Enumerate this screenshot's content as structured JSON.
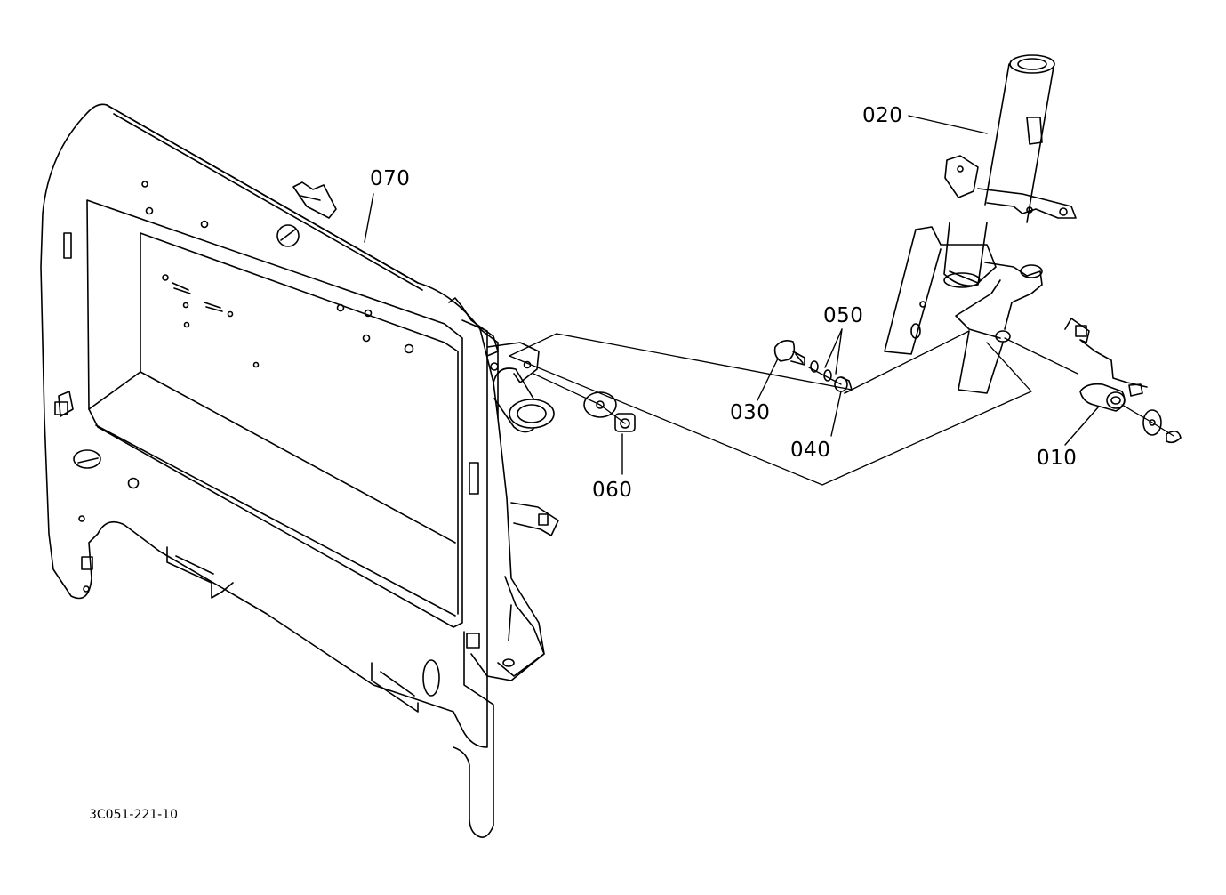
{
  "diagram": {
    "drawing_number": "3C051-221-10",
    "callouts": [
      {
        "id": "part-010",
        "label": "010"
      },
      {
        "id": "part-020",
        "label": "020"
      },
      {
        "id": "part-030",
        "label": "030"
      },
      {
        "id": "part-040",
        "label": "040"
      },
      {
        "id": "part-050",
        "label": "050"
      },
      {
        "id": "part-060",
        "label": "060"
      },
      {
        "id": "part-070",
        "label": "070"
      }
    ]
  }
}
